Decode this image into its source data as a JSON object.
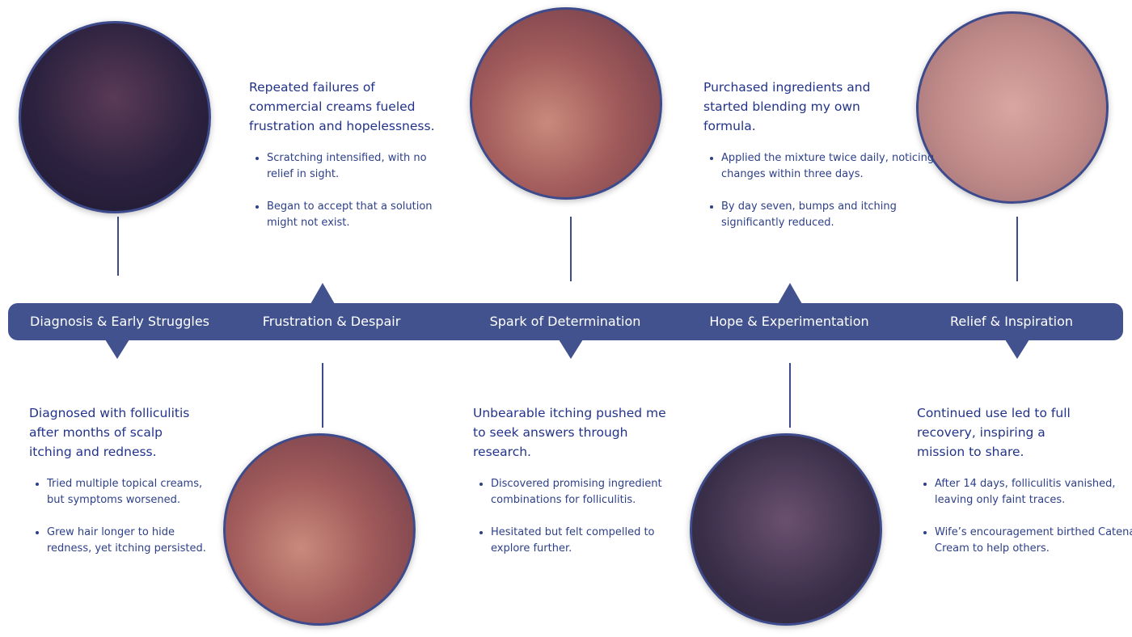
{
  "stages": [
    {
      "label": "Diagnosis & Early Struggles",
      "heading": "Diagnosed with folliculitis after months of scalp itching and redness.",
      "bullets": [
        "Tried multiple topical creams, but symptoms worsened.",
        "Grew hair longer to hide redness, yet itching persisted."
      ]
    },
    {
      "label": "Frustration & Despair",
      "heading": "Repeated failures of commercial creams fueled frustration and hopelessness.",
      "bullets": [
        "Scratching intensified, with no relief in sight.",
        "Began to accept that a solution might not exist."
      ]
    },
    {
      "label": "Spark of Determination",
      "heading": "Unbearable itching pushed me to seek answers through research.",
      "bullets": [
        "Discovered promising ingredient combinations for folliculitis.",
        "Hesitated but felt compelled to explore further."
      ]
    },
    {
      "label": "Hope & Experimentation",
      "heading": "Purchased ingredients and started blending my own formula.",
      "bullets": [
        "Applied the mixture twice daily, noticing changes within three days.",
        "By day seven, bumps and itching significantly reduced."
      ]
    },
    {
      "label": "Relief & Inspiration",
      "heading": "Continued use led to full recovery, inspiring a mission to share.",
      "bullets": [
        "After 14 days, folliculitis vanished, leaving only faint traces.",
        "Wife’s encouragement birthed Catena Cream to help others."
      ]
    }
  ],
  "colors": {
    "bar": "#42528e",
    "text": "#263a86"
  }
}
